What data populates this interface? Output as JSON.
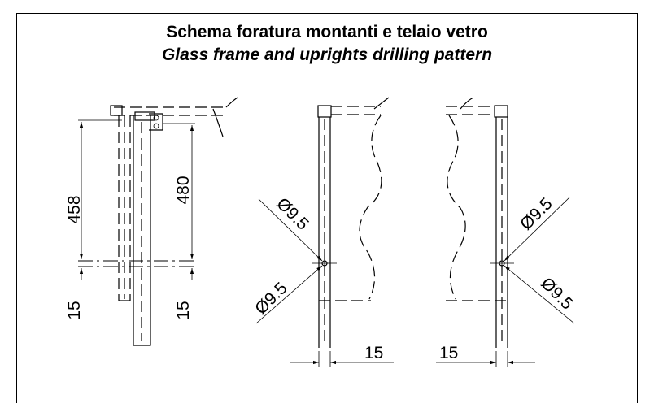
{
  "title": {
    "italian": "Schema foratura montanti e telaio vetro",
    "english": "Glass frame and uprights drilling pattern"
  },
  "dimensions": {
    "left_height_a": "458",
    "left_height_b": "480",
    "left_offset_a": "15",
    "left_offset_b": "15",
    "hole_top_center": "Ø9.5",
    "hole_bottom_center": "Ø9.5",
    "hole_top_right": "Ø9.5",
    "hole_bottom_right": "Ø9.5",
    "center_bottom_offset": "15",
    "right_bottom_offset": "15"
  }
}
